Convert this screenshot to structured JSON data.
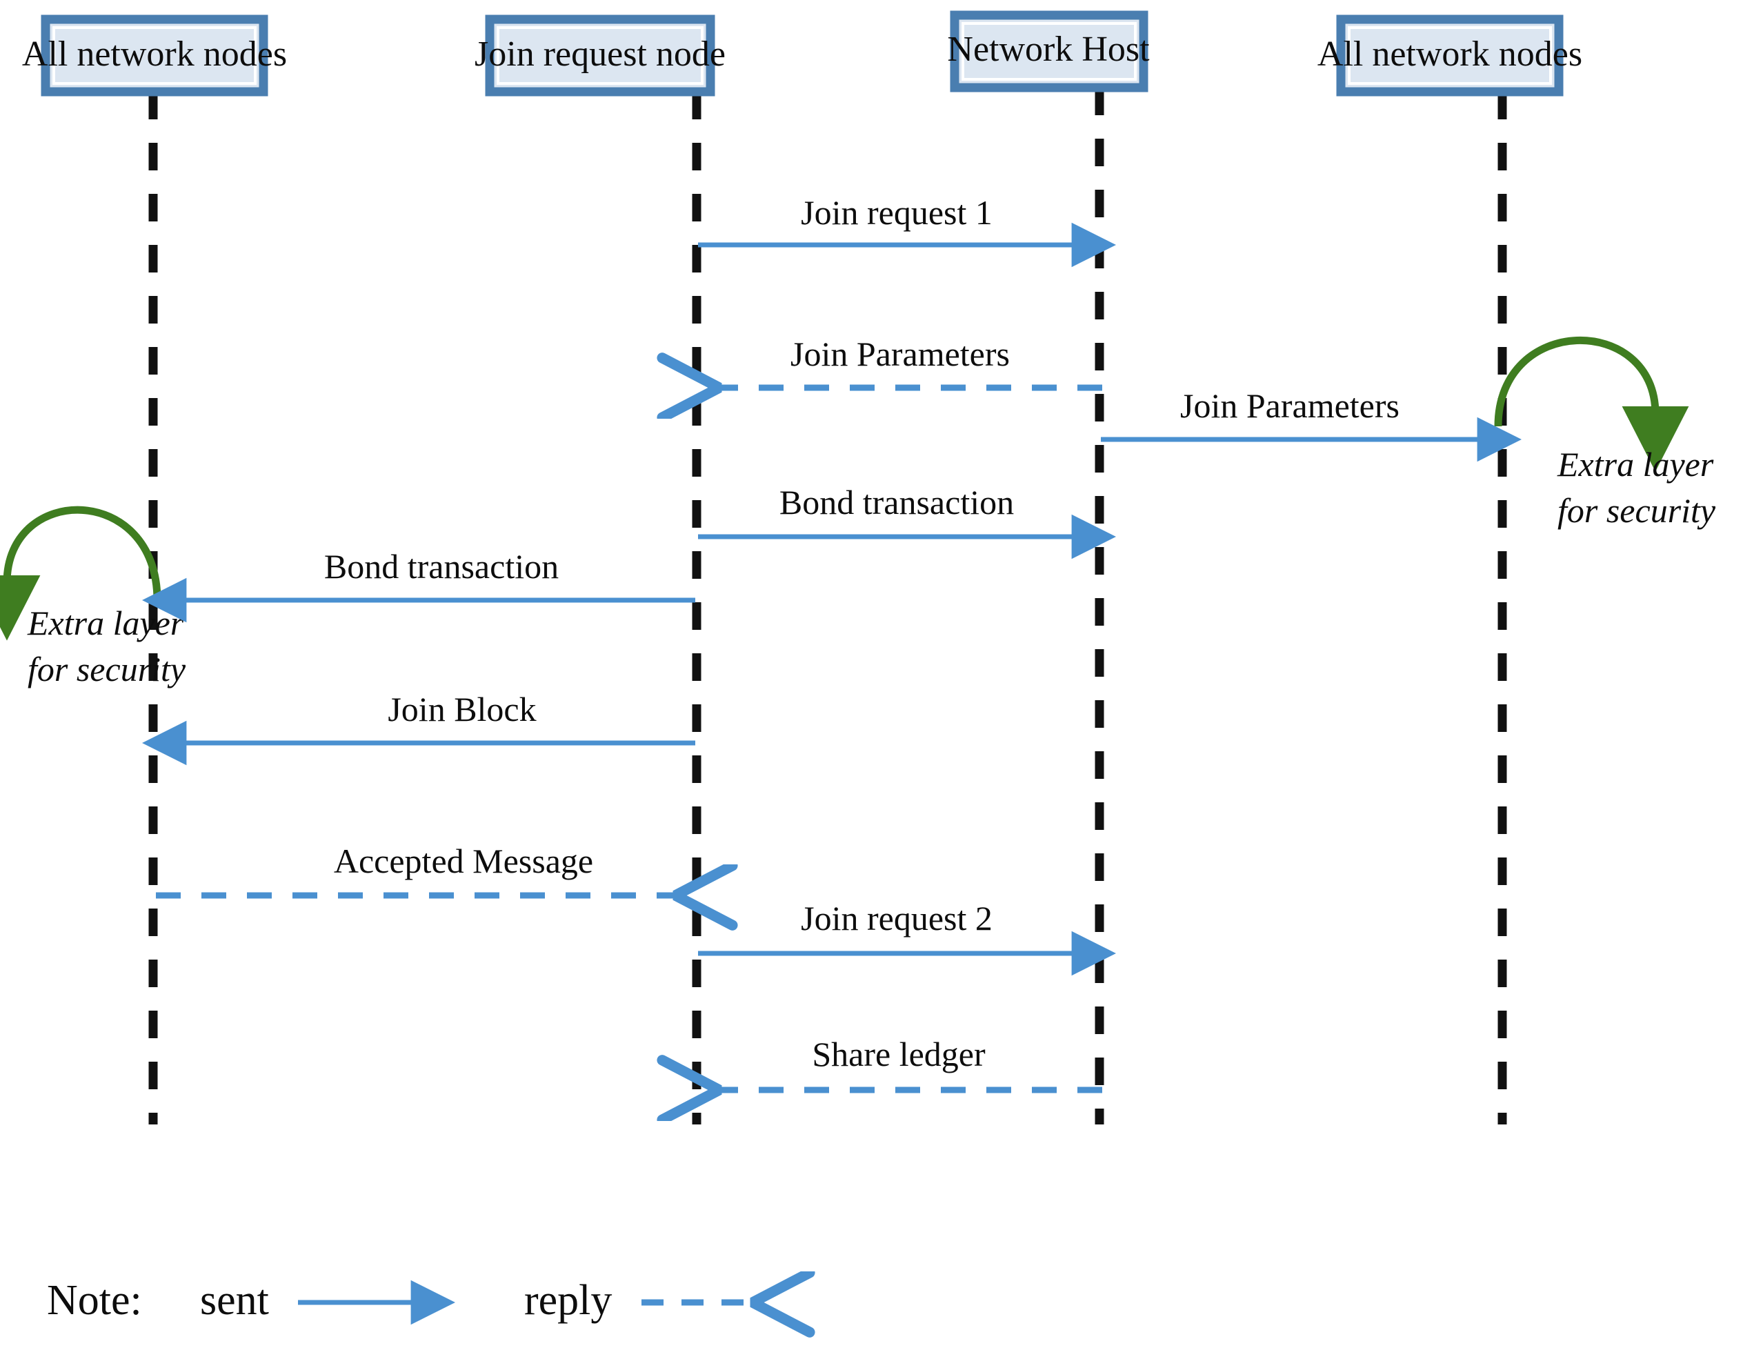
{
  "diagram": {
    "title": "Network join sequence diagram",
    "colors": {
      "box_fill": "#dce6f1",
      "box_border": "#4a7eb0",
      "box_inner_gap": "#ffffff",
      "lifeline": "#111111",
      "message_blue": "#4a90d0",
      "self_loop_green": "#3f7d20",
      "text": "#0d0d0d",
      "background": "#ffffff"
    },
    "participants": [
      {
        "id": "p1",
        "label": "All network nodes"
      },
      {
        "id": "p2",
        "label": "Join request node"
      },
      {
        "id": "p3",
        "label": "Network Host"
      },
      {
        "id": "p4",
        "label": "All network nodes"
      }
    ],
    "messages": [
      {
        "label": "Join request 1",
        "from": "p2",
        "to": "p3",
        "style": "sent",
        "direction": "right"
      },
      {
        "label": "Join Parameters",
        "from": "p3",
        "to": "p2",
        "style": "reply",
        "direction": "left"
      },
      {
        "label": "Join Parameters",
        "from": "p3",
        "to": "p4",
        "style": "sent",
        "direction": "right"
      },
      {
        "label": "Bond transaction",
        "from": "p2",
        "to": "p3",
        "style": "sent",
        "direction": "right"
      },
      {
        "label": "Bond transaction",
        "from": "p2",
        "to": "p1",
        "style": "sent",
        "direction": "left"
      },
      {
        "label": "Join Block",
        "from": "p2",
        "to": "p1",
        "style": "sent",
        "direction": "left"
      },
      {
        "label": "Accepted Message",
        "from": "p1",
        "to": "p2",
        "style": "reply",
        "direction": "right"
      },
      {
        "label": "Join request 2",
        "from": "p2",
        "to": "p3",
        "style": "sent",
        "direction": "right"
      },
      {
        "label": "Share ledger",
        "from": "p3",
        "to": "p2",
        "style": "reply",
        "direction": "left"
      }
    ],
    "self_loops": [
      {
        "on": "p4",
        "side": "right",
        "note_line1": "Extra layer",
        "note_line2": "for security"
      },
      {
        "on": "p1",
        "side": "left",
        "note_line1": "Extra layer",
        "note_line2": "for security"
      }
    ],
    "legend": {
      "prefix": "Note:",
      "items": [
        {
          "label": "sent",
          "style": "solid-filled-arrow"
        },
        {
          "label": "reply",
          "style": "dashed-open-arrow"
        }
      ]
    }
  }
}
